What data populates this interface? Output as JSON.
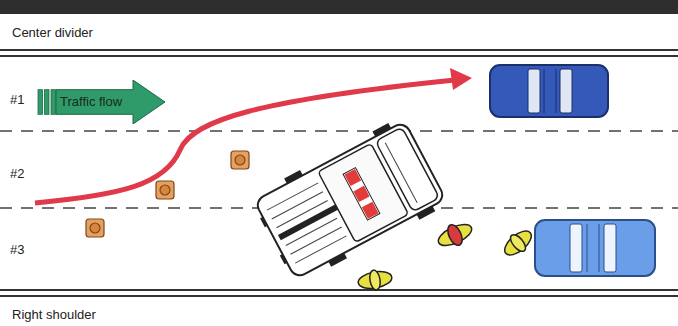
{
  "diagram": {
    "nodes": [
      {
        "text": [
          "Traffic flow"
        ]
      }
    ],
    "labels": [
      "Center divider",
      "#1",
      "#2",
      "#3",
      "Right shoulder"
    ]
  }
}
